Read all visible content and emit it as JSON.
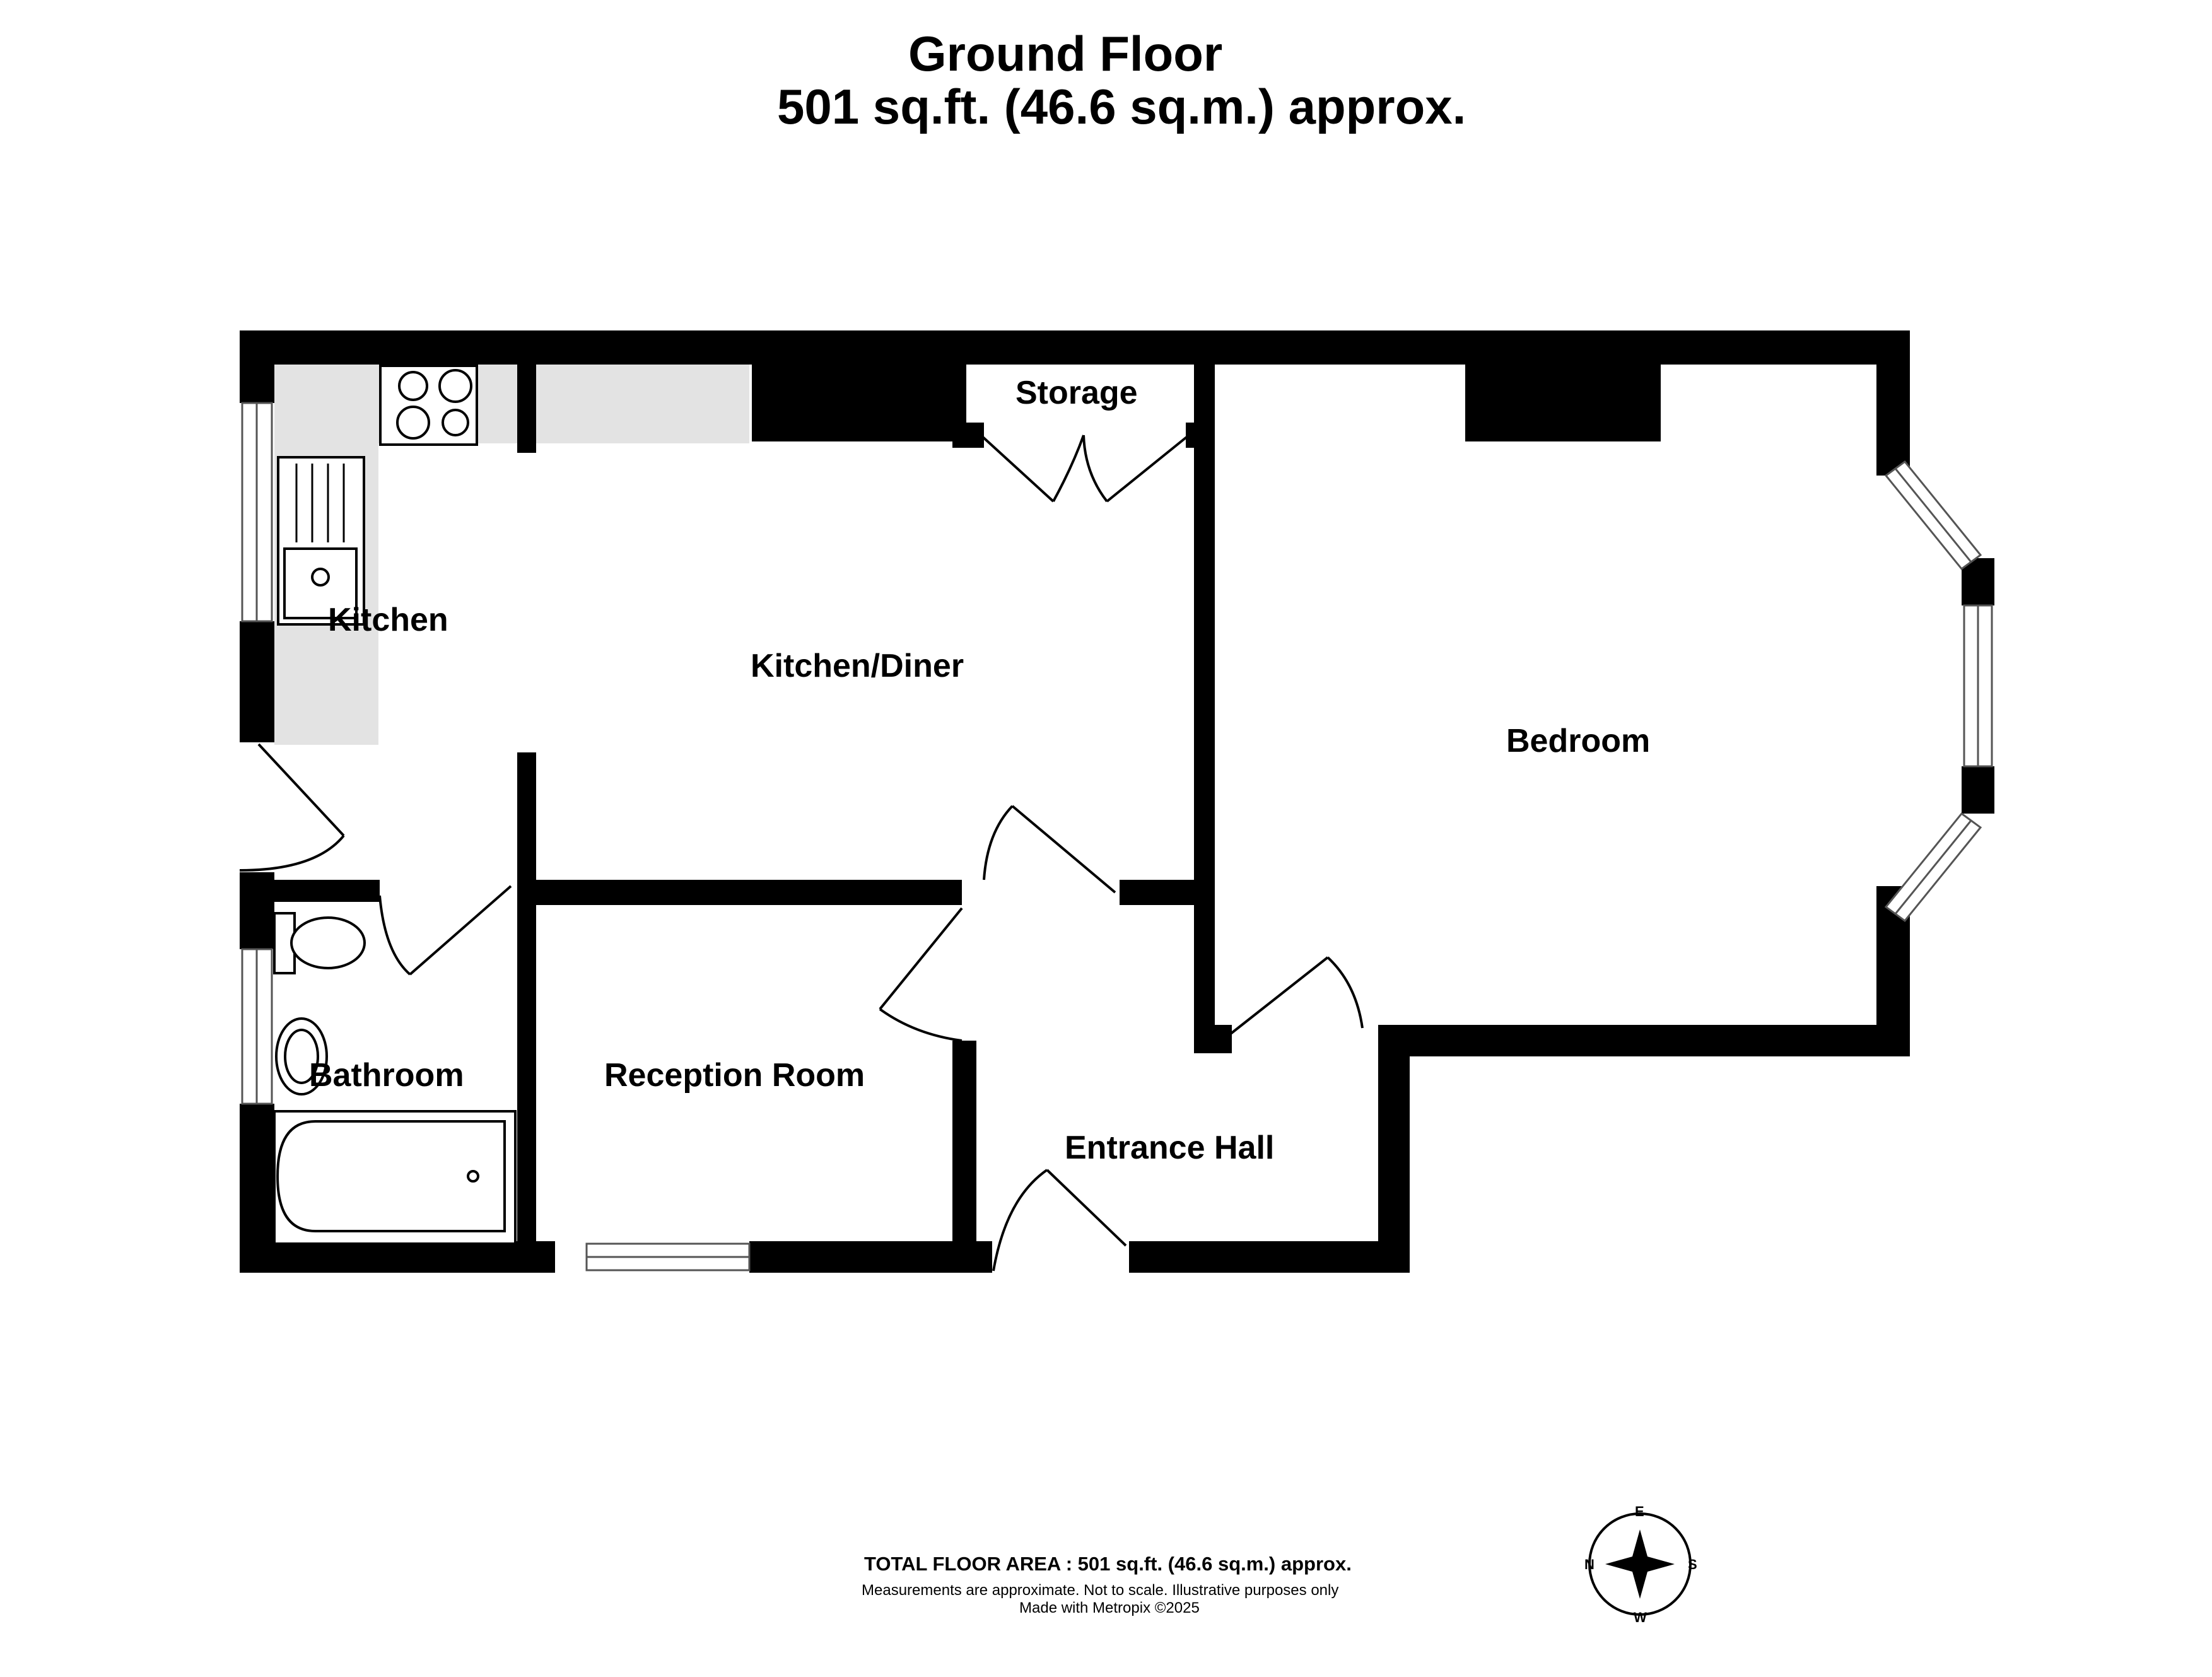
{
  "header": {
    "floor_title": "Ground Floor",
    "floor_area": "501 sq.ft. (46.6 sq.m.) approx."
  },
  "rooms": {
    "kitchen": "Kitchen",
    "kitchen_diner": "Kitchen/Diner",
    "storage": "Storage",
    "bedroom": "Bedroom",
    "bathroom": "Bathroom",
    "reception_room": "Reception Room",
    "entrance_hall": "Entrance Hall"
  },
  "footer": {
    "total_area": "TOTAL FLOOR AREA : 501 sq.ft. (46.6 sq.m.) approx.",
    "disclaimer": "Measurements are approximate.  Not to scale.  Illustrative purposes only",
    "made_with": "Made with Metropix ©2025"
  },
  "compass": {
    "n": "N",
    "e": "E",
    "s": "S",
    "w": "W"
  }
}
